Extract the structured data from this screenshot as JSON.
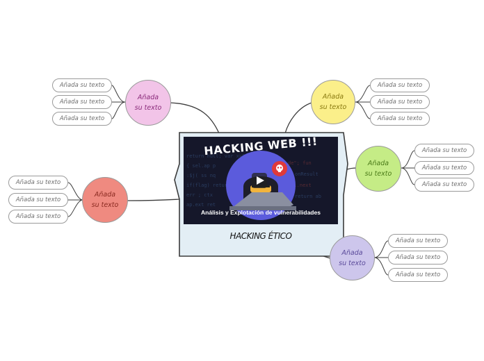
{
  "central": {
    "video_title": "HACKING WEB !!!",
    "video_subtitle": "Análisis y Explotación de vulnerabilidades",
    "label": "HACKING ÉTICO"
  },
  "colors": {
    "pink": "#f2c4e8",
    "yellow": "#fbef8a",
    "green": "#c5ec86",
    "red": "#ef8a80",
    "purple": "#cdc6ec",
    "central_fill": "#e3eef5",
    "line": "#3b3b3b"
  },
  "topics": [
    {
      "label": "Añada\nsu texto",
      "children": [
        "Añada su texto",
        "Añada su texto",
        "Añada su texto"
      ]
    },
    {
      "label": "Añada\nsu texto",
      "children": [
        "Añada su texto",
        "Añada su texto",
        "Añada su texto"
      ]
    },
    {
      "label": "Añada\nsu texto",
      "children": [
        "Añada su texto",
        "Añada su texto",
        "Añada su texto"
      ]
    },
    {
      "label": "Añada\nsu texto",
      "children": [
        "Añada su texto",
        "Añada su texto",
        "Añada su texto"
      ]
    },
    {
      "label": "Añada\nsu texto",
      "children": [
        "Añada su texto",
        "Añada su texto",
        "Añada su texto"
      ]
    }
  ]
}
